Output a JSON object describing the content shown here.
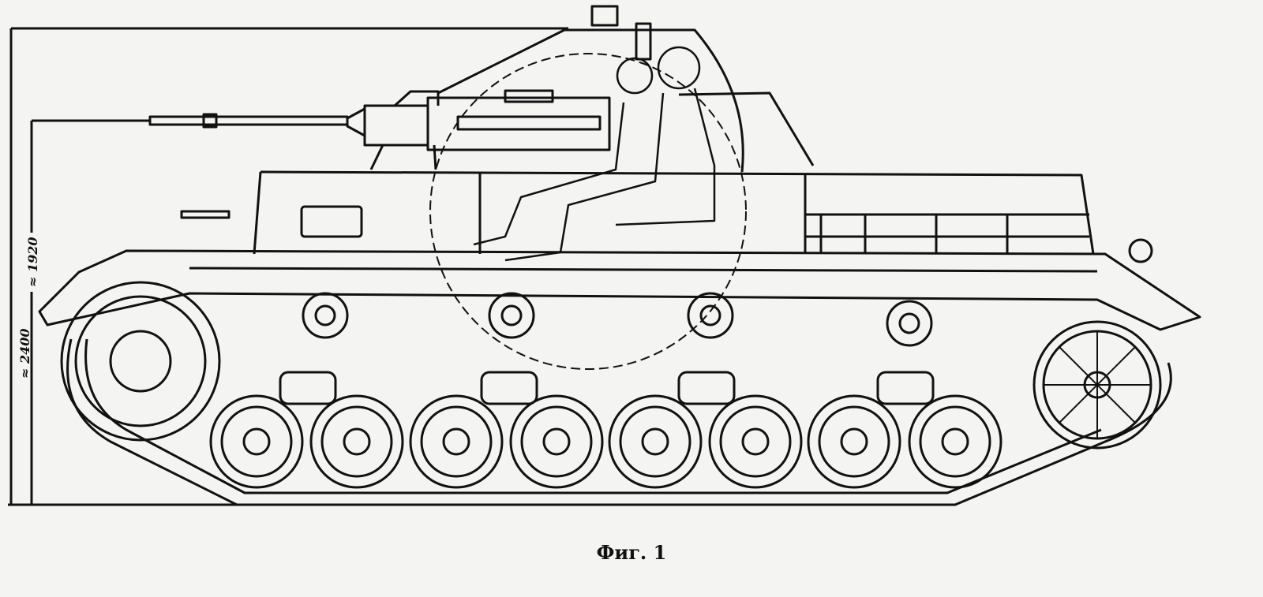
{
  "figure": {
    "caption": "Фиг. 1",
    "subject": "tank-side-elevation-drawing",
    "dimensions": {
      "overall_height": "≈ 2400",
      "gun_axis_height": "≈ 1920"
    },
    "colors": {
      "ink": "#111111",
      "paper": "#f4f4f2"
    }
  }
}
